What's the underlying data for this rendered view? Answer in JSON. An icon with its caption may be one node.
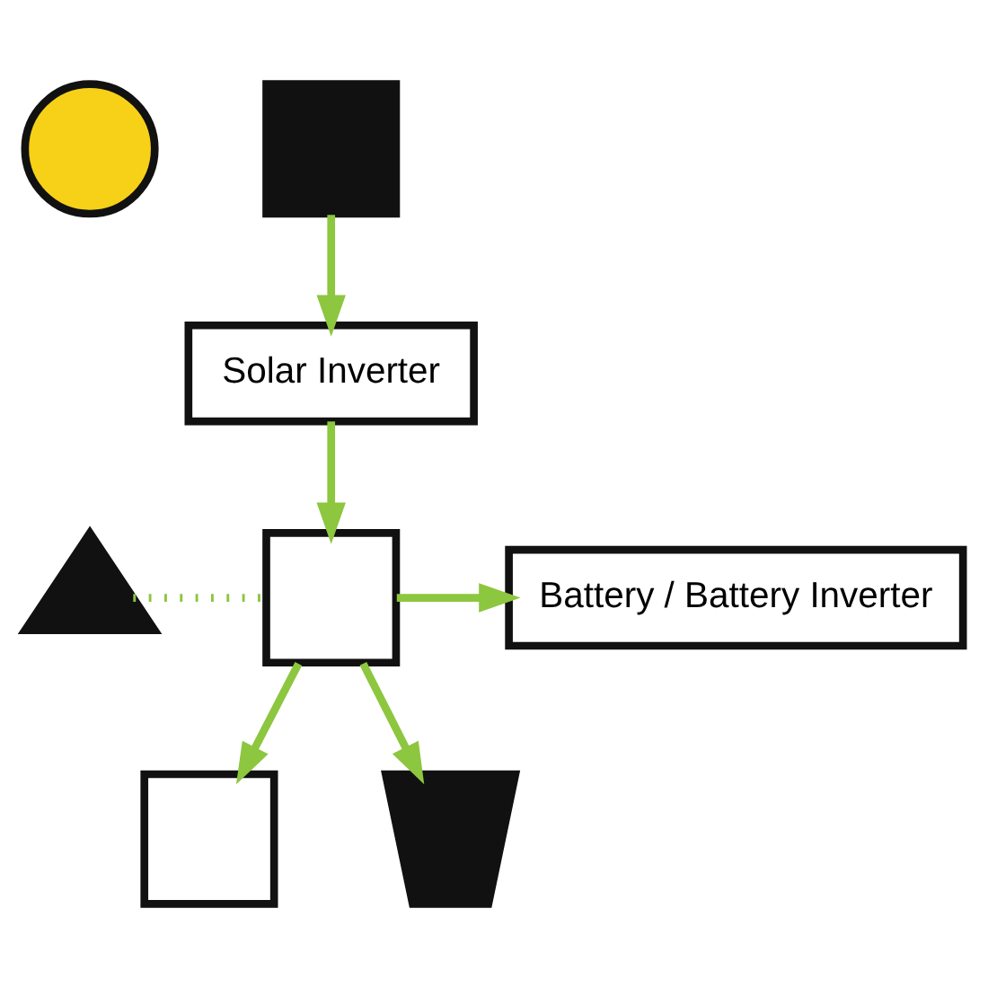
{
  "diagram": {
    "nodes": [
      {
        "text": [],
        "shape": "circle"
      },
      {
        "text": [],
        "shape": "box"
      },
      {
        "text": [
          "Solar Inverter"
        ]
      },
      {
        "text": [],
        "shape": "tower"
      },
      {
        "text": [],
        "shape": "box"
      },
      {
        "text": [
          "Battery / Battery Inverter"
        ]
      },
      {
        "text": [],
        "shape": "box"
      },
      {
        "text": [],
        "shape": "lamp"
      }
    ],
    "edges": [
      {
        "from": 1,
        "to": 2,
        "arrow": "to"
      },
      {
        "from": 2,
        "to": 4,
        "arrow": "to"
      },
      {
        "from": 3,
        "to": 4,
        "arrow": "none",
        "style": "dashed"
      },
      {
        "from": 4,
        "to": 5,
        "arrow": "to"
      },
      {
        "from": 4,
        "to": 6,
        "arrow": "to"
      },
      {
        "from": 4,
        "to": 7,
        "arrow": "to"
      }
    ]
  }
}
